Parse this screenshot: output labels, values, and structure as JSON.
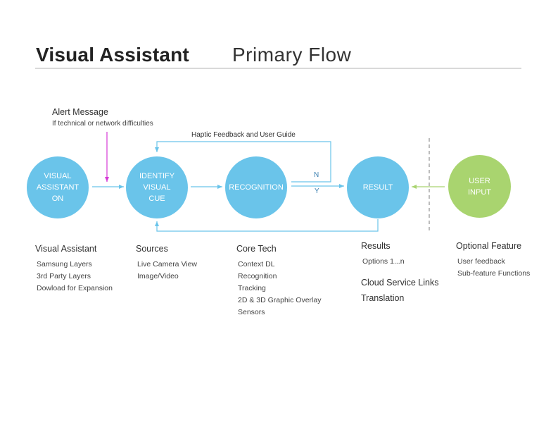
{
  "title": {
    "bold": "Visual Assistant",
    "light": "Primary Flow"
  },
  "alert": {
    "heading": "Alert Message",
    "subtext": "If technical or network difficulties"
  },
  "feedback_label": "Haptic Feedback and User Guide",
  "branch": {
    "n": "N",
    "y": "Y"
  },
  "nodes": [
    {
      "id": "visual-assistant-on",
      "label": "VISUAL\nASSISTANT\nON",
      "color": "#6ac4ea"
    },
    {
      "id": "identify-visual-cue",
      "label": "IDENTIFY\nVISUAL\nCUE",
      "color": "#6ac4ea"
    },
    {
      "id": "recognition",
      "label": "RECOGNITION",
      "color": "#6ac4ea"
    },
    {
      "id": "result",
      "label": "RESULT",
      "color": "#6ac4ea"
    },
    {
      "id": "user-input",
      "label": "USER\nINPUT",
      "color": "#a9d46f"
    }
  ],
  "columns": [
    {
      "heading": "Visual Assistant",
      "items": [
        "Samsung Layers",
        "3rd Party Layers",
        "Dowload for Expansion"
      ]
    },
    {
      "heading": "Sources",
      "items": [
        "Live Camera View",
        "Image/Video"
      ]
    },
    {
      "heading": "Core Tech",
      "items": [
        "Context DL",
        "Recognition",
        "Tracking",
        "2D & 3D Graphic Overlay",
        "Sensors"
      ]
    },
    {
      "heading": "Results",
      "items": [
        "Options 1...n"
      ],
      "extras": [
        "Cloud Service Links",
        "Translation"
      ]
    },
    {
      "heading": "Optional Feature",
      "items": [
        "User feedback",
        "Sub-feature Functions"
      ]
    }
  ],
  "colors": {
    "node_blue": "#6ac4ea",
    "node_green": "#a9d46f",
    "alert_arrow": "#d63ad6",
    "rule": "#d9d9d9",
    "divider": "#bdbdbd"
  }
}
